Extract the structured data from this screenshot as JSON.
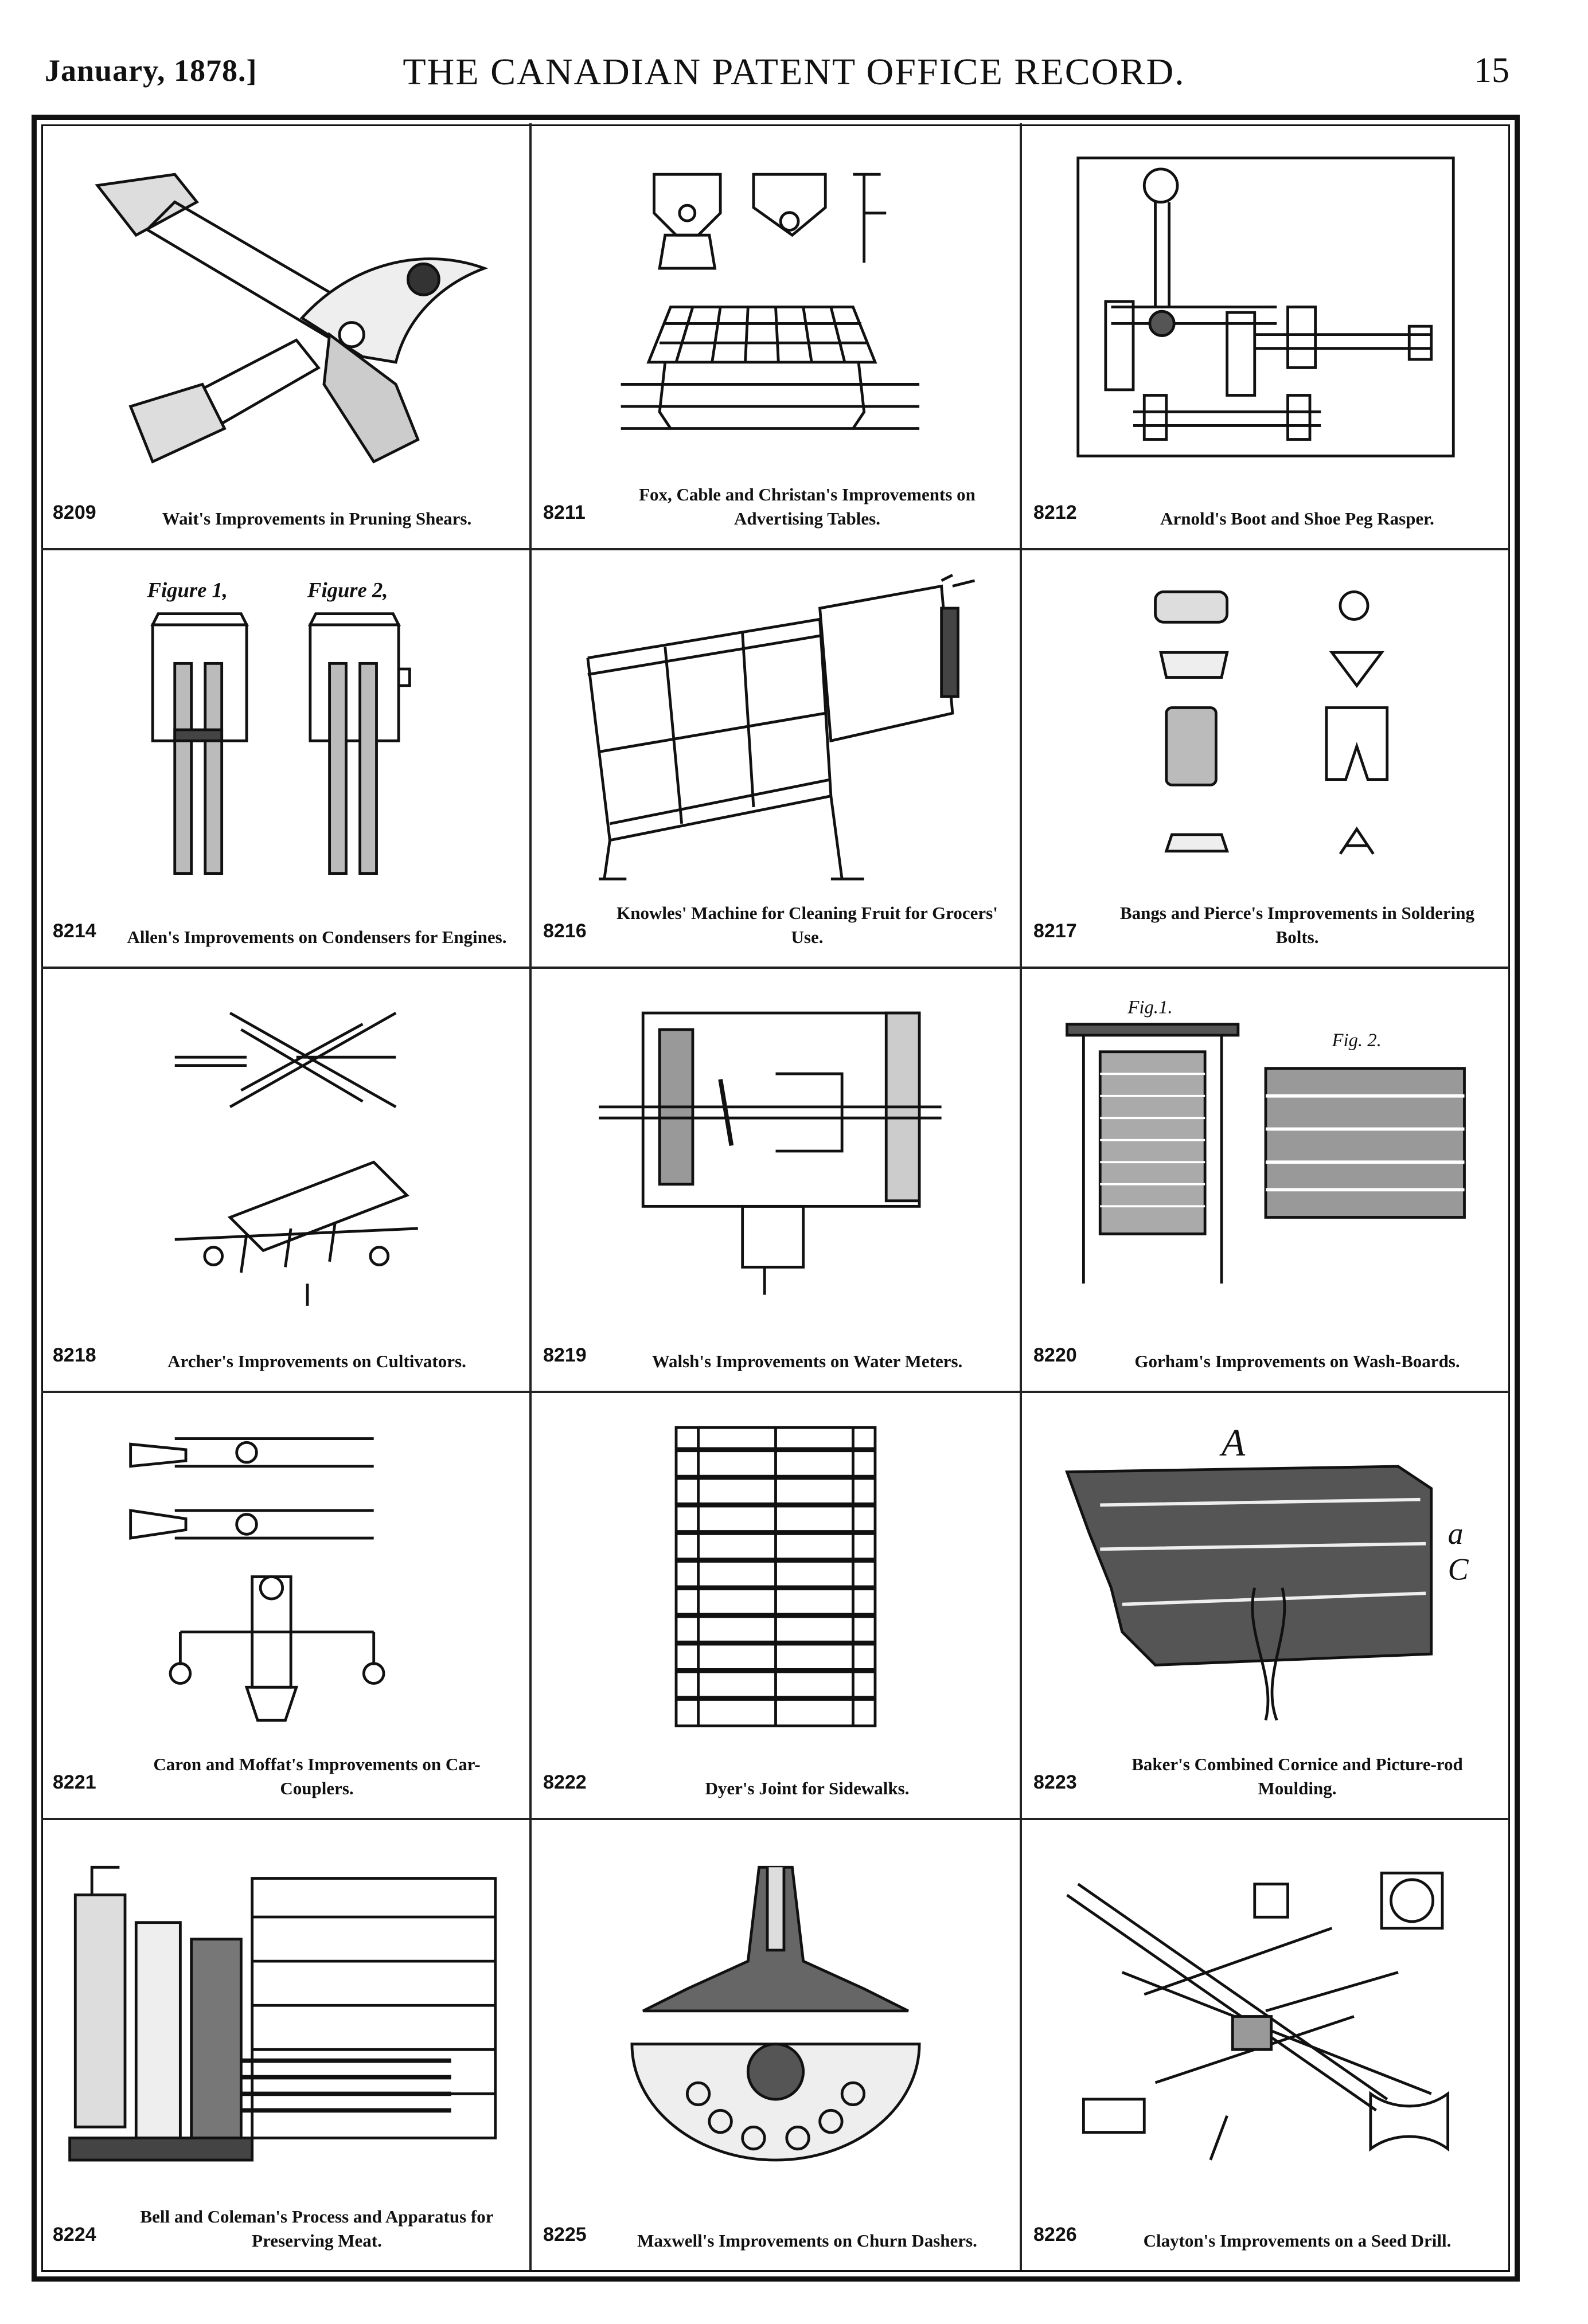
{
  "header": {
    "date": "January, 1878.]",
    "title": "THE CANADIAN PATENT OFFICE RECORD.",
    "page_number": "15"
  },
  "patents": [
    {
      "number": "8209",
      "caption": "Wait's Improvements in Pruning Shears."
    },
    {
      "number": "8211",
      "caption": "Fox, Cable and Christan's Improvements on Advertising Tables."
    },
    {
      "number": "8212",
      "caption": "Arnold's Boot and Shoe Peg Rasper."
    },
    {
      "number": "8214",
      "caption": "Allen's Improvements on Condensers for Engines."
    },
    {
      "number": "8216",
      "caption": "Knowles' Machine for Cleaning Fruit for Grocers' Use."
    },
    {
      "number": "8217",
      "caption": "Bangs and Pierce's Improvements in Soldering Bolts."
    },
    {
      "number": "8218",
      "caption": "Archer's Improvements on Cultivators."
    },
    {
      "number": "8219",
      "caption": "Walsh's Improvements on Water Meters."
    },
    {
      "number": "8220",
      "caption": "Gorham's Improvements on Wash-Boards."
    },
    {
      "number": "8221",
      "caption": "Caron and Moffat's Improvements on Car-Couplers."
    },
    {
      "number": "8222",
      "caption": "Dyer's Joint for Sidewalks."
    },
    {
      "number": "8223",
      "caption": "Baker's Combined Cornice and Picture-rod Moulding."
    },
    {
      "number": "8224",
      "caption": "Bell and Coleman's Process and Apparatus for Preserving Meat."
    },
    {
      "number": "8225",
      "caption": "Maxwell's Improvements on Churn Dashers."
    },
    {
      "number": "8226",
      "caption": "Clayton's Improvements on a Seed Drill."
    }
  ],
  "figure_labels": {
    "allen_fig1": "Figure 1,",
    "allen_fig2": "Figure 2,",
    "gorham_fig1": "Fig.1.",
    "gorham_fig2": "Fig. 2.",
    "baker_a": "A",
    "baker_small_a": "a",
    "baker_c": "C"
  }
}
